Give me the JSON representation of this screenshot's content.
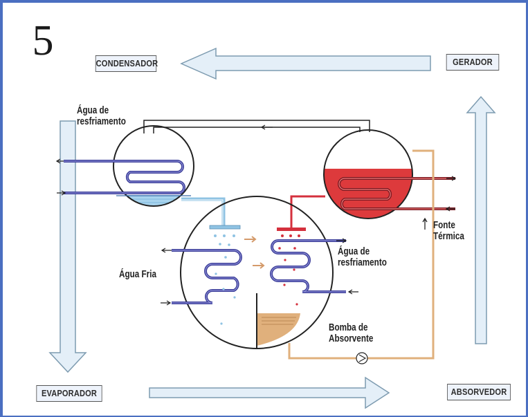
{
  "diagram": {
    "step_number": "5",
    "boxes": {
      "condensador": "CONDENSADOR",
      "gerador": "GERADOR",
      "evaporador": "EVAPORADOR",
      "absorvedor": "ABSORVEDOR"
    },
    "labels": {
      "agua_resfriamento_top": [
        "Água de",
        "resfriamento"
      ],
      "fonte_termica": [
        "Fonte",
        "Térmica"
      ],
      "agua_fria": "Água Fria",
      "agua_resfriamento_mid": [
        "Água de",
        "resfriamento"
      ],
      "bomba": [
        "Bomba de",
        "Absorvente"
      ]
    },
    "colors": {
      "frame": "#4b6fc1",
      "big_arrow_fill": "#e4eff8",
      "big_arrow_stroke": "#7d9bb0",
      "coil_blue": "#3d3f9a",
      "coil_red": "#d4303d",
      "absorbent_tan": "#e0b07c",
      "water_blue": "#a8d4ee",
      "hot_liquid": "#dd3a3c",
      "pipe_dark": "#222222"
    }
  }
}
